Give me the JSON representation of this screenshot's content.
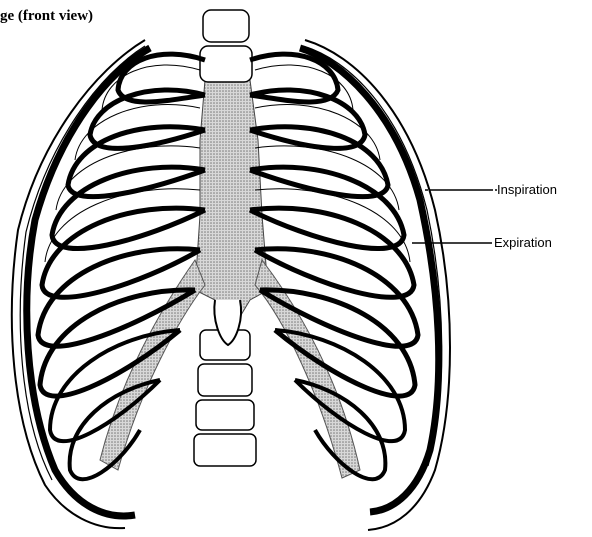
{
  "figure": {
    "title": "ge (front view)",
    "labels": {
      "inspiration": "Inspiration",
      "expiration": "Expiration"
    }
  },
  "colors": {
    "ink": "#000000",
    "paper": "#ffffff",
    "stipple": "#9a9a9a"
  }
}
